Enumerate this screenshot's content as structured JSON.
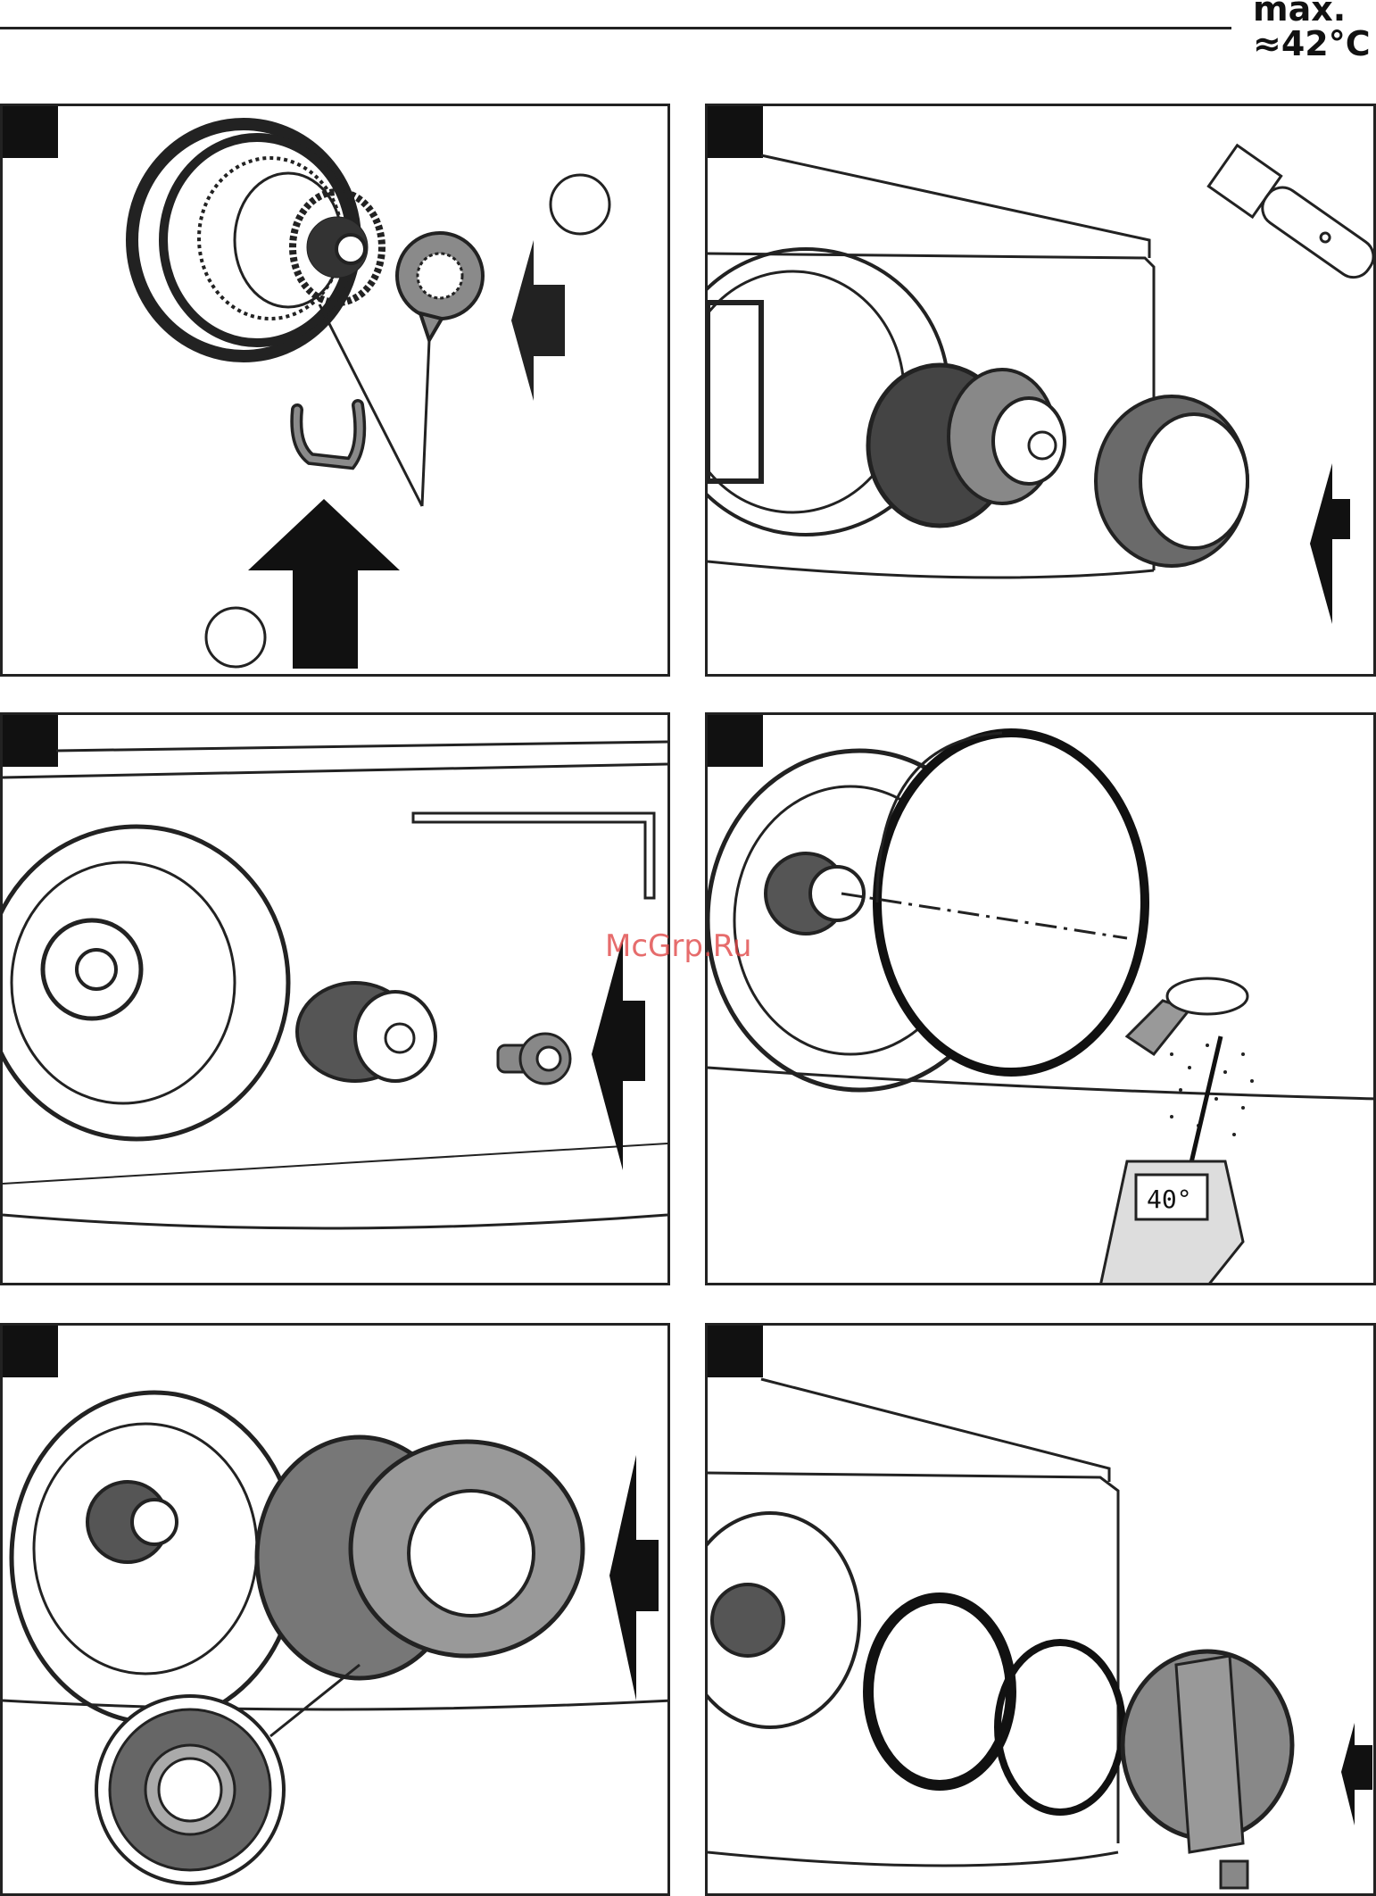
{
  "header": {
    "max_label": "max.",
    "temp_label": "≈42°C"
  },
  "watermark": "McGrp.Ru",
  "thermometer_display": "40°",
  "colors": {
    "line": "#222222",
    "tab": "#111111",
    "part_fill": "#7a7a7a",
    "watermark": "#e04848"
  }
}
